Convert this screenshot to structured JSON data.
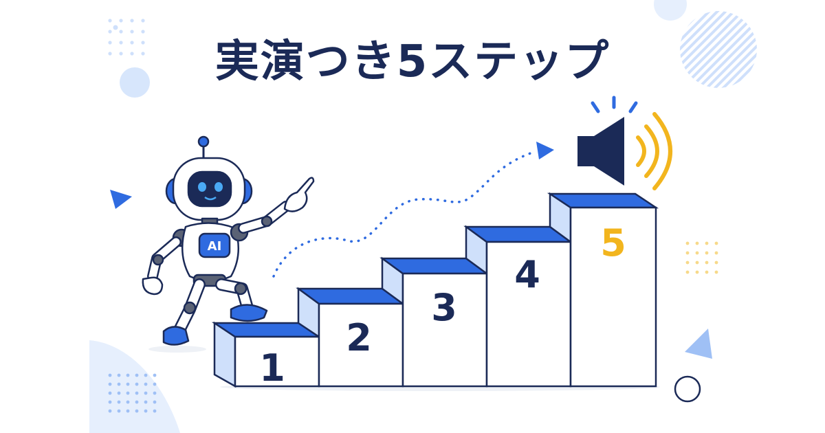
{
  "page": {
    "title": "実演つき5ステップ"
  },
  "robot": {
    "badge": "AI"
  },
  "steps": [
    {
      "label": "1"
    },
    {
      "label": "2"
    },
    {
      "label": "3"
    },
    {
      "label": "4"
    },
    {
      "label": "5"
    }
  ],
  "colors": {
    "navy": "#1b2a57",
    "blue": "#2f6be0",
    "light_blue": "#cfe0fb",
    "pale_blue": "#eef4fe",
    "yellow": "#f2b51e",
    "gray": "#5a6275",
    "white": "#ffffff"
  },
  "icons": {
    "speaker": "speaker-icon",
    "arrow": "arrow-head-icon"
  }
}
